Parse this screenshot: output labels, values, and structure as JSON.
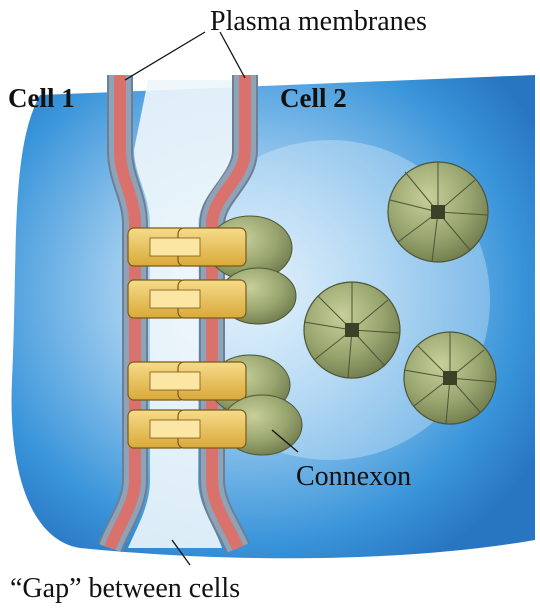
{
  "labels": {
    "plasma_membranes": "Plasma membranes",
    "cell1": "Cell 1",
    "cell2": "Cell 2",
    "connexon": "Connexon",
    "gap": "“Gap” between cells"
  },
  "colors": {
    "cytoplasm_blue": "#2f8fd8",
    "membrane_red": "#d9726c",
    "membrane_gray": "#8a9fb4",
    "connexon_tan": "#e8c15a",
    "connexon_green": "#8f9a68"
  }
}
